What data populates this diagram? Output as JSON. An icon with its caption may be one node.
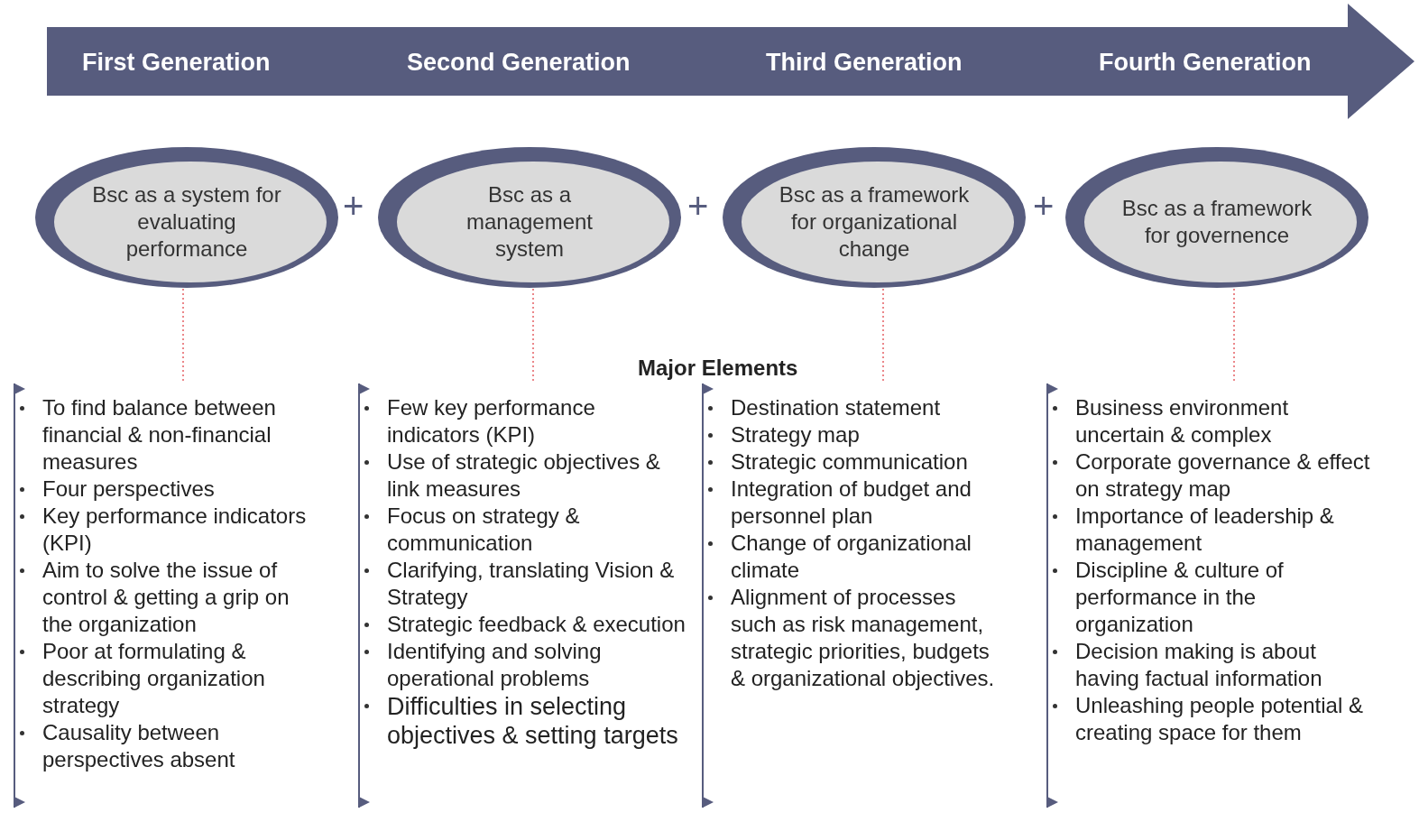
{
  "diagram": {
    "nodes": [
      {
        "text": [
          "First Generation",
          "Second Generation",
          "Third Generation",
          "Fourth Generation"
        ]
      },
      {
        "text": [
          "Bsc as a system for evaluating performance"
        ]
      },
      {
        "text": [
          "Bsc as a management system"
        ]
      },
      {
        "text": [
          "Bsc as a framework for organizational change"
        ]
      },
      {
        "text": [
          "Bsc as a framework for governence"
        ]
      },
      {
        "text": [
          "To find balance between financial & non-financial measures",
          "Four perspectives",
          "Key performance indicators (KPI)",
          "Aim to solve the issue of control & getting a grip on the organization",
          "Poor at formulating & describing organization strategy",
          "Causality between perspectives absent"
        ]
      },
      {
        "text": [
          "Few key performance indicators (KPI)",
          "Use of strategic objectives & link measures",
          "Focus on strategy & communication",
          "Clarifying, translating Vision & Strategy",
          "Strategic feedback & execution",
          "Identifying and solving operational problems",
          "Difficulties in selecting objectives & setting targets"
        ]
      },
      {
        "text": [
          "Destination statement",
          "Strategy map",
          "Strategic communication",
          "Integration of budget and personnel plan",
          "Change of organizational climate",
          "Alignment of processes such as risk management, strategic priorities, budgets & organizational objectives."
        ]
      },
      {
        "text": [
          "Business environment uncertain & complex",
          "Corporate governance & effect on strategy map",
          "Importance of leadership & management",
          "Discipline & culture of performance  in the organization",
          "Decision making is about having factual information",
          "Unleashing people potential & creating space for them"
        ]
      }
    ],
    "edges": [
      {
        "from": 1,
        "to": 5,
        "arrow": "none",
        "style": "dashed"
      },
      {
        "from": 2,
        "to": 6,
        "arrow": "none",
        "style": "dashed"
      },
      {
        "from": 3,
        "to": 7,
        "arrow": "none",
        "style": "dashed"
      },
      {
        "from": 4,
        "to": 8,
        "arrow": "none",
        "style": "dashed"
      }
    ],
    "labels": [
      "+",
      "+",
      "+",
      "Major Elements"
    ]
  }
}
